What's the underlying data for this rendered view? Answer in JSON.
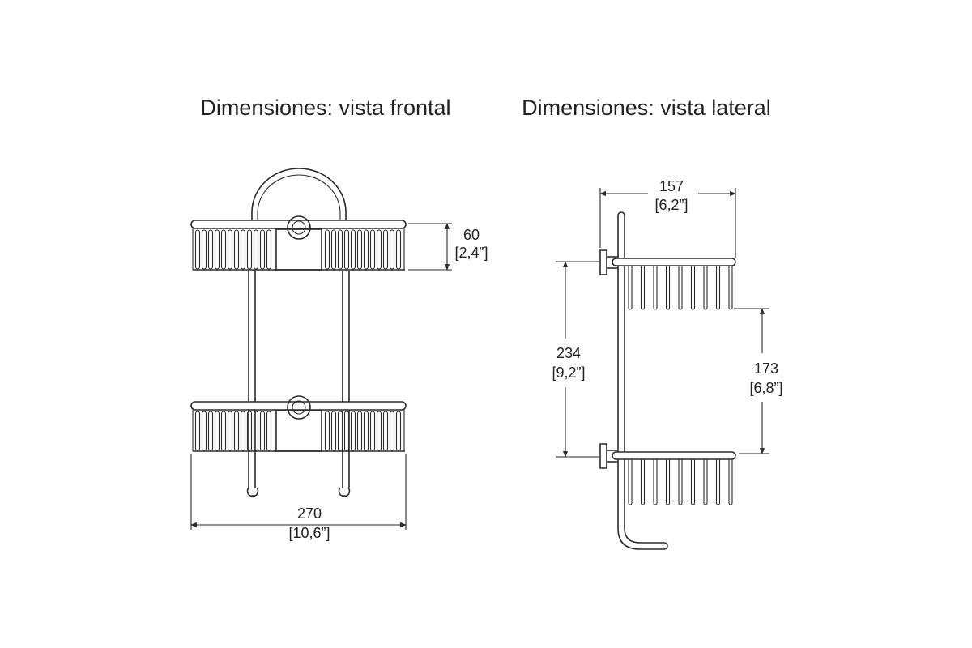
{
  "front_view": {
    "title": "Dimensiones: vista frontal",
    "height_dim": {
      "mm": "60",
      "in": "[2,4”]"
    },
    "width_dim": {
      "mm": "270",
      "in": "[10,6”]"
    }
  },
  "side_view": {
    "title": "Dimensiones: vista lateral",
    "depth_dim": {
      "mm": "157",
      "in": "[6,2”]"
    },
    "total_height_dim": {
      "mm": "234",
      "in": "[9,2”]"
    },
    "gap_dim": {
      "mm": "173",
      "in": "[6,8”]"
    }
  },
  "colors": {
    "line": "#2a2a2a",
    "text": "#222222",
    "background": "#ffffff"
  }
}
